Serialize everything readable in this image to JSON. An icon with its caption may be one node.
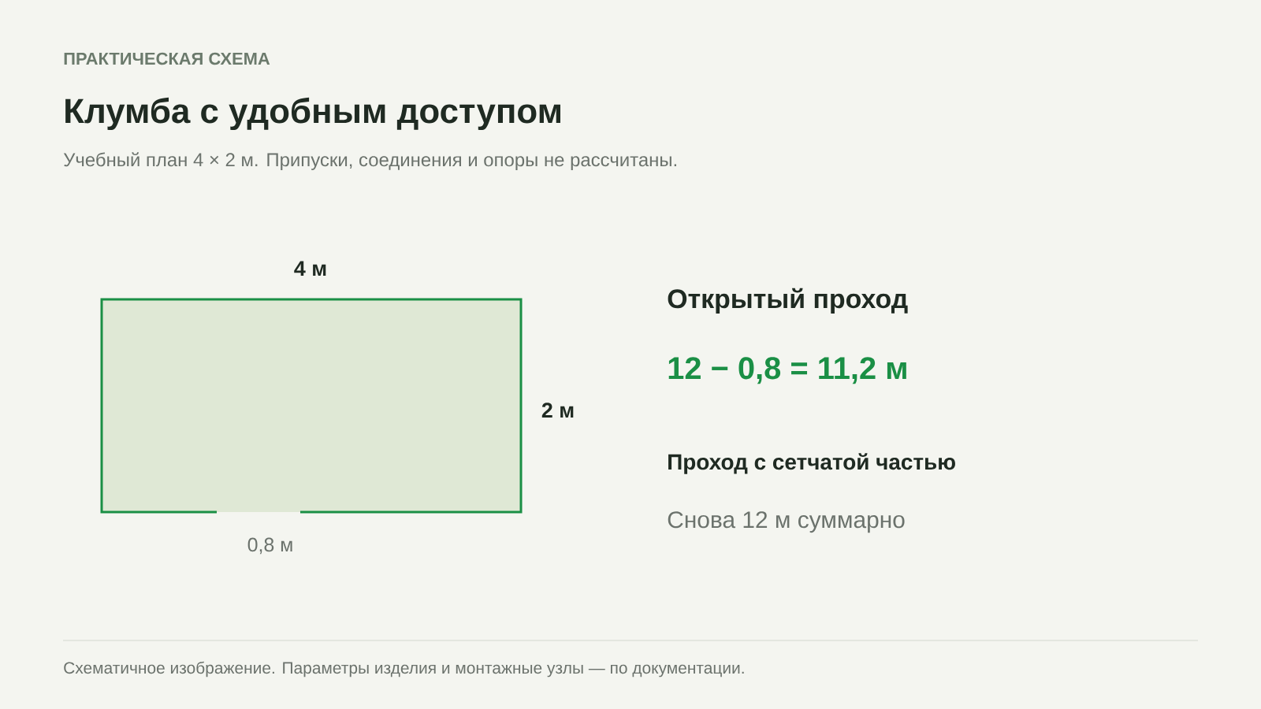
{
  "diagram": {
    "title": "Клумба с удобным доступом",
    "caption": "Схематичное изображение. Параметры изделия и монтажные узлы — по документации.",
    "nodes": [
      {
        "text": [],
        "shape": "box"
      }
    ],
    "labels": [
      "ПРАКТИЧЕСКАЯ СХЕМА",
      "Учебный план 4 × 2 м. Припуски, соединения и опоры не рассчитаны.",
      "4 м",
      "2 м",
      "0,8 м",
      "Открытый проход",
      "12 − 0,8 = 11,2 м",
      "Проход с сетчатой частью",
      "Снова 12 м суммарно"
    ]
  }
}
